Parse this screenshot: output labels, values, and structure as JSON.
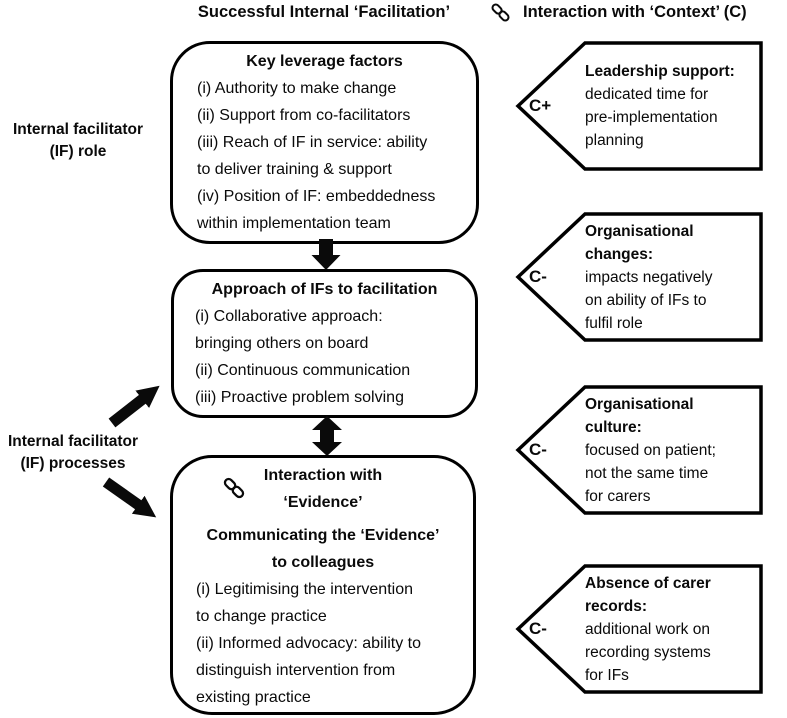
{
  "titles": {
    "left": "Successful Internal ‘Facilitation’",
    "right": "Interaction with ‘Context’ (C)"
  },
  "icons": {
    "link": "link-icon"
  },
  "side_labels": {
    "role": {
      "line1": "Internal facilitator",
      "line2": "(IF) role"
    },
    "processes": {
      "line1": "Internal facilitator",
      "line2": "(IF) processes"
    }
  },
  "boxes": {
    "leverage": {
      "heading": "Key leverage factors",
      "lines": [
        "(i) Authority to make change",
        "(ii) Support from co-facilitators",
        "(iii) Reach of IF in service: ability",
        "to deliver training & support",
        "(iv) Position of IF: embeddedness",
        "within implementation team"
      ]
    },
    "approach": {
      "heading": "Approach of IFs to facilitation",
      "lines": [
        "(i) Collaborative approach:",
        "bringing others on board",
        "(ii) Continuous communication",
        "(iii) Proactive problem solving"
      ]
    },
    "evidence": {
      "heading_line1": "Interaction with",
      "heading_line2": "‘Evidence’",
      "subheading_line1": "Communicating the ‘Evidence’",
      "subheading_line2": "to colleagues",
      "lines": [
        "(i) Legitimising the intervention",
        "to change practice",
        "(ii) Informed advocacy: ability to",
        "distinguish intervention from",
        "existing practice"
      ]
    }
  },
  "context_tags": [
    {
      "label": "C+",
      "heading_lines": [
        "Leadership support:"
      ],
      "lines": [
        "dedicated time for",
        "pre-implementation",
        "planning"
      ]
    },
    {
      "label": "C-",
      "heading_lines": [
        "Organisational",
        "changes:"
      ],
      "lines": [
        "impacts negatively",
        "on ability of IFs to",
        "fulfil role"
      ]
    },
    {
      "label": "C-",
      "heading_lines": [
        "Organisational",
        "culture:"
      ],
      "lines": [
        "focused on patient;",
        "not the same time",
        "for carers"
      ]
    },
    {
      "label": "C-",
      "heading_lines": [
        "Absence of carer",
        "records:"
      ],
      "lines": [
        "additional work on",
        "recording systems",
        "for IFs"
      ]
    }
  ],
  "colors": {
    "ink": "#000000",
    "background": "#ffffff"
  }
}
